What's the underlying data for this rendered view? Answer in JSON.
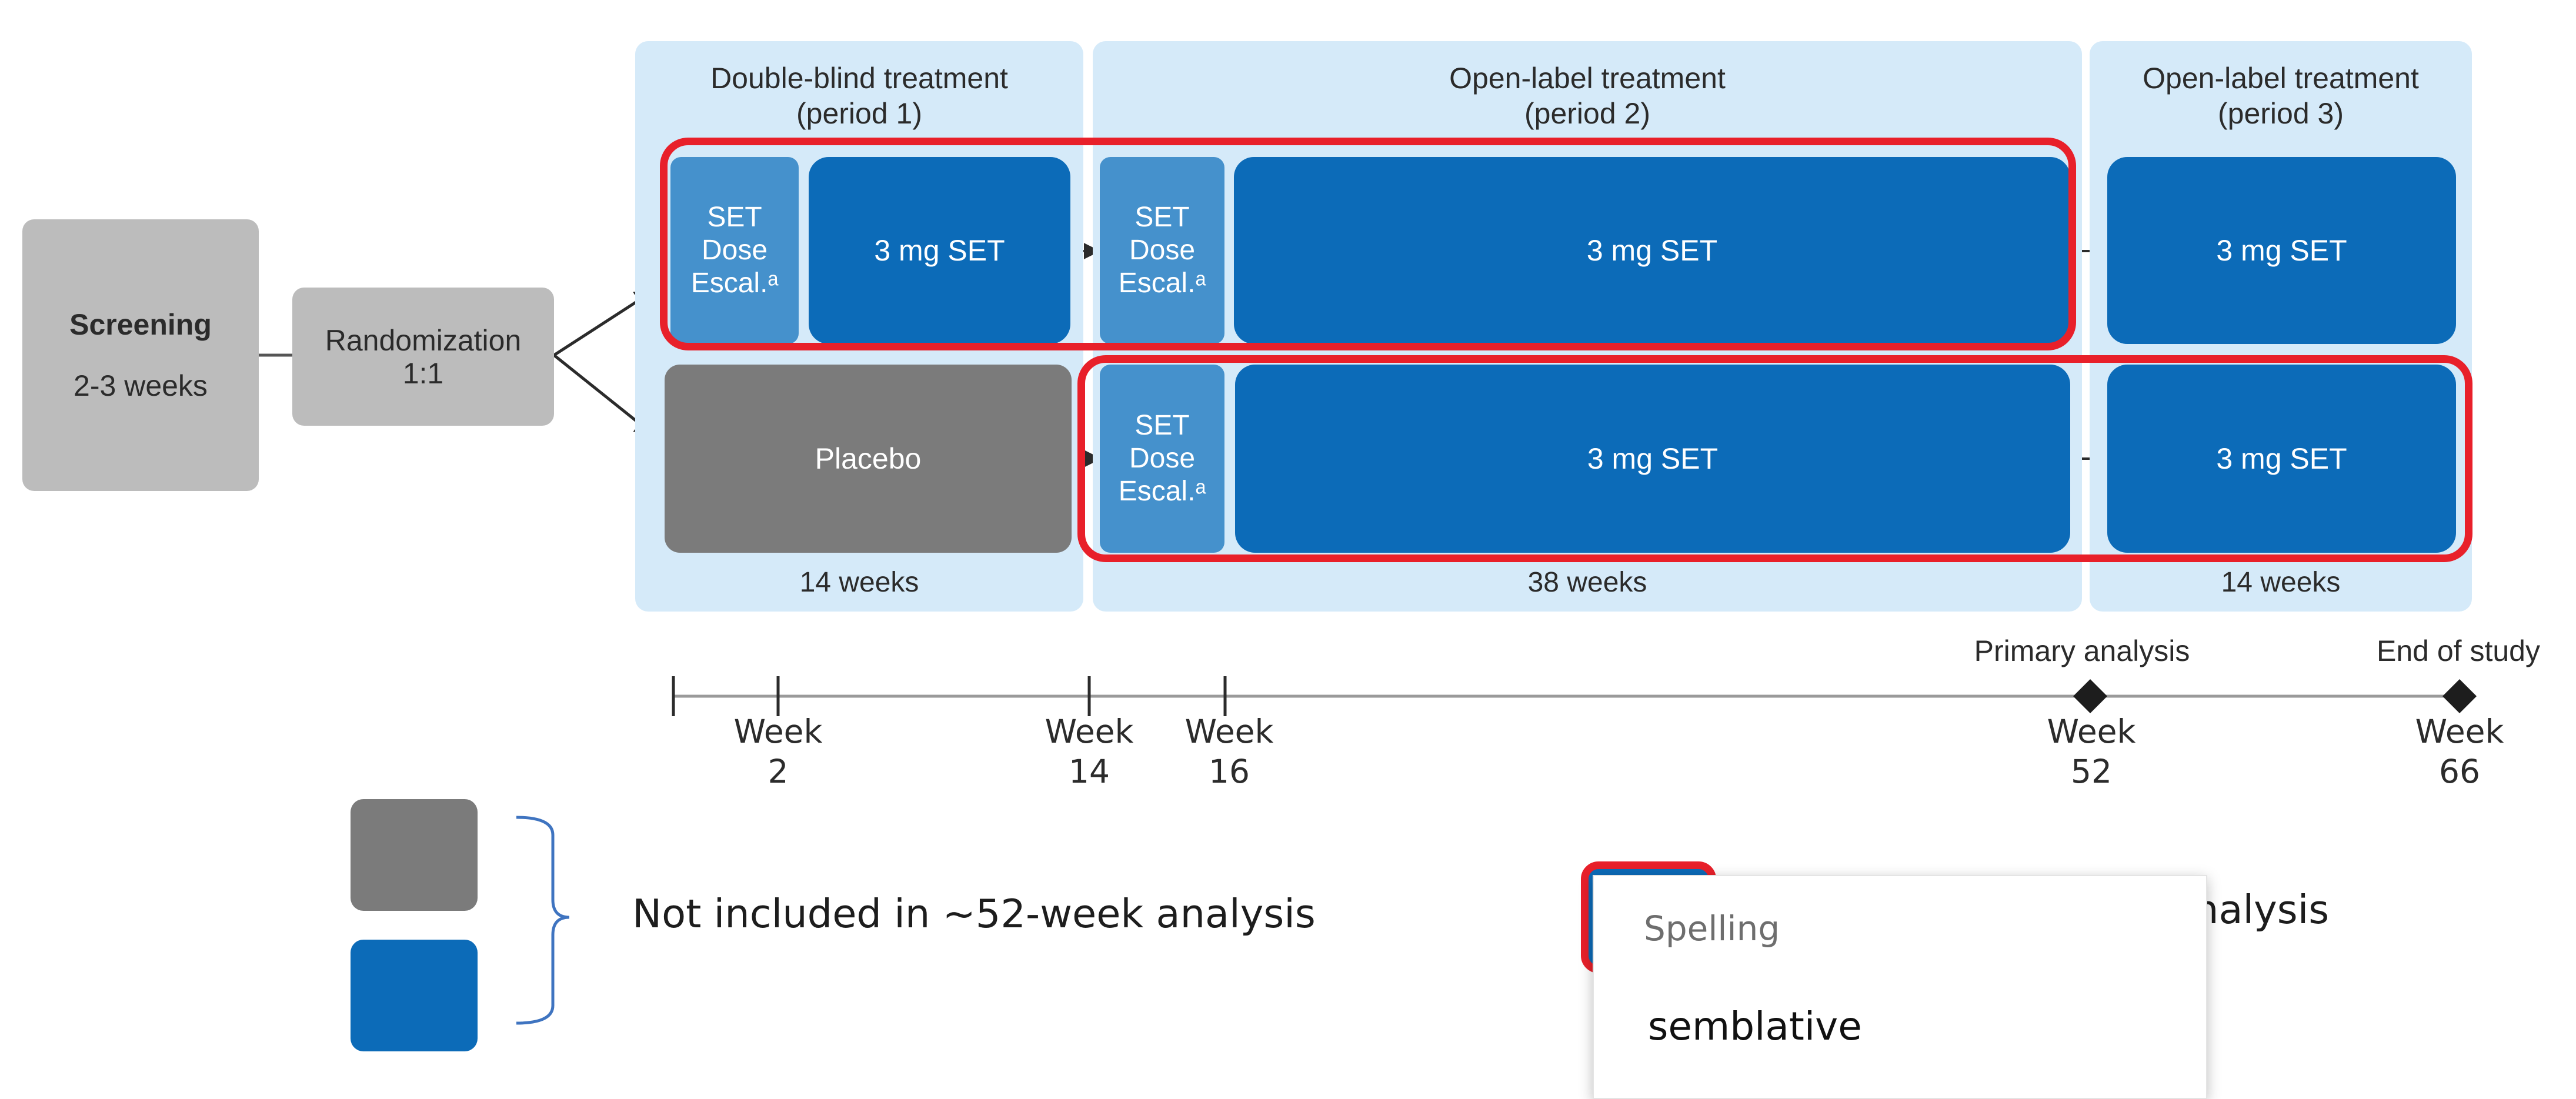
{
  "screening": {
    "title": "Screening",
    "duration": "2-3 weeks"
  },
  "randomization": {
    "line1": "Randomization",
    "line2": "1:1"
  },
  "periods": [
    {
      "title1": "Double-blind treatment",
      "title2": "(period 1)",
      "duration": "14 weeks"
    },
    {
      "title1": "Open-label treatment",
      "title2": "(period 2)",
      "duration": "38 weeks"
    },
    {
      "title1": "Open-label treatment",
      "title2": "(period 3)",
      "duration": "14 weeks"
    }
  ],
  "arm1": {
    "escal": {
      "line1": "SET",
      "line2": "Dose",
      "line3": "Escal.ᵃ"
    },
    "p1": "3 mg SET",
    "escal2": {
      "line1": "SET",
      "line2": "Dose",
      "line3": "Escal.ᵃ"
    },
    "p2": "3 mg SET",
    "p3": "3 mg SET"
  },
  "arm2": {
    "p1": "Placebo",
    "escal": {
      "line1": "SET",
      "line2": "Dose",
      "line3": "Escal.ᵃ"
    },
    "p2": "3 mg SET",
    "p3": "3 mg SET"
  },
  "timeline": {
    "ticks": [
      {
        "week": "Week",
        "num": "2"
      },
      {
        "week": "Week",
        "num": "14"
      },
      {
        "week": "Week",
        "num": "16"
      },
      {
        "week": "Week",
        "num": "52"
      },
      {
        "week": "Week",
        "num": "66"
      }
    ],
    "primary_analysis": "Primary analysis",
    "end_of_study": "End of study"
  },
  "legend": {
    "not_included": "Not included in ~52-week analysis",
    "included_fragment": "nalysis"
  },
  "spelling_popup": {
    "header": "Spelling",
    "suggestion": "semblative"
  },
  "colors": {
    "period_bg": "#d5eaf9",
    "set_blue": "#0c6bb8",
    "escal_blue": "#4591cc",
    "placebo_gray": "#7b7b7b",
    "highlight_red": "#e8202a"
  }
}
